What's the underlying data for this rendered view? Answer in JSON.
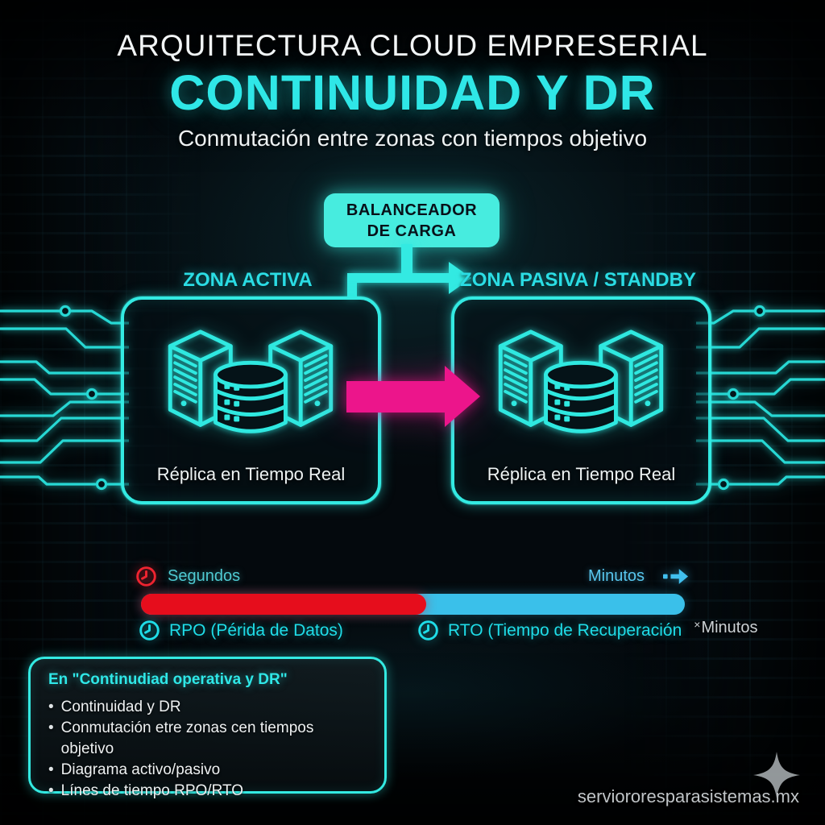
{
  "header": {
    "kicker": "ARQUITECTURA CLOUD EMPRESERIAL",
    "title": "CONTINUIDAD Y DR",
    "subtitle": "Conmutación entre zonas con tiempos objetivo"
  },
  "load_balancer": {
    "line1": "BALANCEADOR",
    "line2": "DE CARGA"
  },
  "zones": [
    {
      "label": "ZONA ACTIVA",
      "caption": "Réplica en Tiempo Real"
    },
    {
      "label": "ZONA PASIVA / STANDBY",
      "caption": "Réplica en Tiempo Real"
    }
  ],
  "timeline": {
    "start_label": "Segundos",
    "end_label": "Minutos",
    "rpo_label": "RPO (Périda de Datos)",
    "rto_label": "RTO (Tiempo de Recuperación",
    "rto_suffix_mark": "×",
    "rto_suffix_text": "Minutos",
    "rpo_fraction_percent": 52.5
  },
  "notes": {
    "title": "En \"Continudiad operativa y DR\"",
    "bullet": "•",
    "items": [
      "Continuidad y DR",
      "Conmutación etre zonas cen tiempos objetivo",
      "Diagrama activo/pasivo",
      "Línes de tiempo RPO/RTO"
    ]
  },
  "footer": {
    "watermark": "serviororesparasistemas.mx"
  },
  "icons": {
    "clock-icon": "🕐",
    "fast-forward-icon": "➡",
    "replication-arrow-icon": "➡",
    "server-cluster-icon": "🗄",
    "sparkle-icon": "✦"
  },
  "colors": {
    "accent": "#33eae2",
    "accent-text": "#2fe7e7",
    "magenta": "#ec158b",
    "bar-red": "#e60d1c",
    "bar-blue": "#3ac0ea",
    "clock-red": "#ef2430",
    "label-teal": "#4fcad2",
    "label-blue": "#58c6ee",
    "lb-fill": "#47ecdf",
    "lb-text": "#081119",
    "muted": "#ccd1d4"
  }
}
